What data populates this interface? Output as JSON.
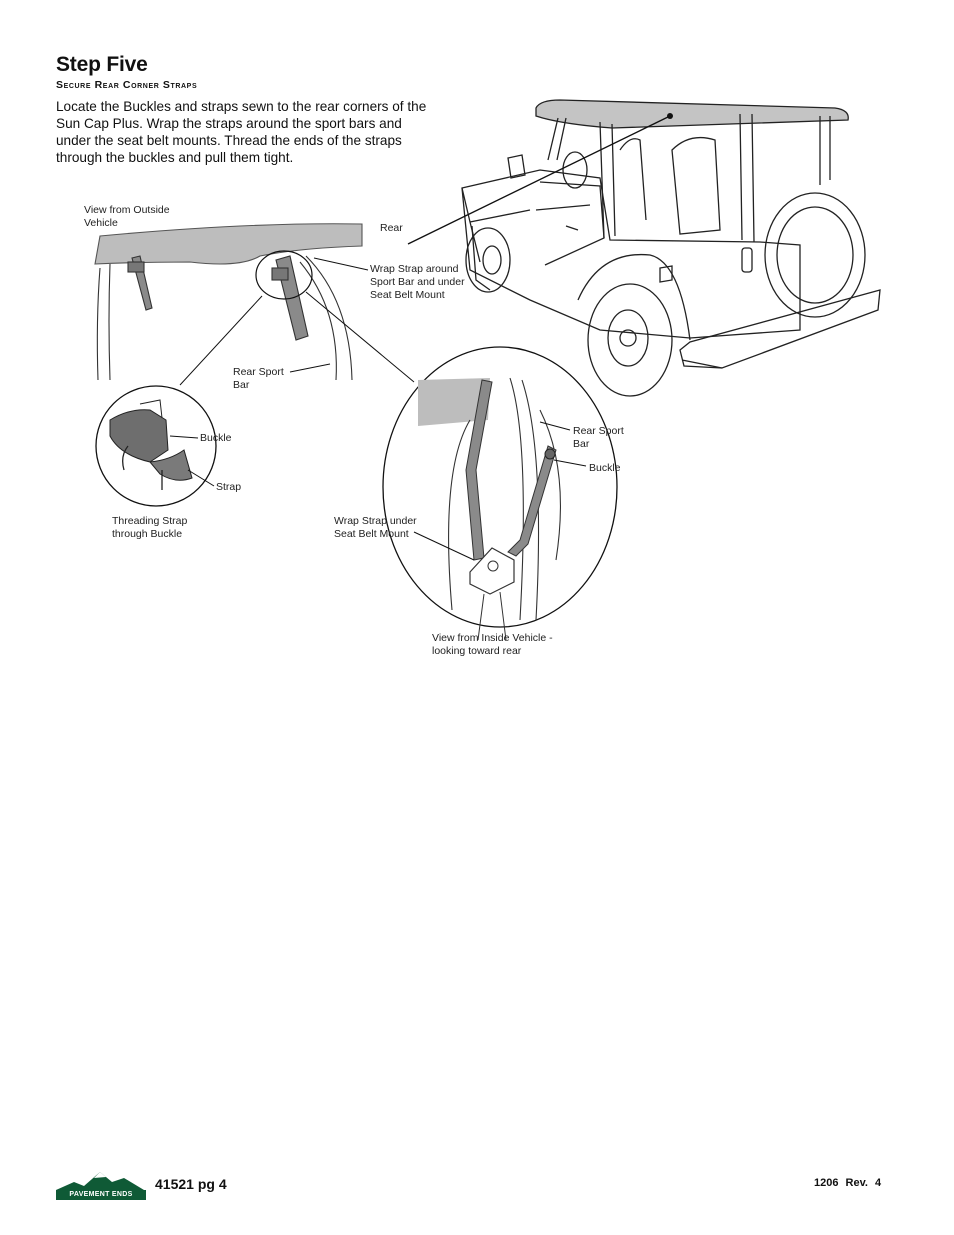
{
  "heading": {
    "title": "Step Five",
    "subtitle": "Secure Rear Corner Straps"
  },
  "instructions": "Locate the Buckles and straps sewn to the rear corners of the Sun Cap Plus. Wrap the straps around the sport bars and under the seat belt mounts. Thread the ends of the straps through the buckles and pull them tight.",
  "labels": {
    "view_outside": "View from Outside\nVehicle",
    "rear": "Rear",
    "wrap_around": "Wrap Strap around\nSport Bar and under\nSeat Belt Mount",
    "rear_sport_bar_left": "Rear Sport\nBar",
    "buckle_left": "Buckle",
    "strap": "Strap",
    "threading": "Threading Strap\nthrough Buckle",
    "wrap_under": "Wrap Strap under\nSeat Belt Mount",
    "rear_sport_bar_right": "Rear Sport\nBar",
    "buckle_right": "Buckle",
    "view_inside": "View from Inside Vehicle -\nlooking toward rear"
  },
  "footer": {
    "part_page": "41521  pg 4",
    "revision": "1206  Rev. 4",
    "logo_text": "PAVEMENT ENDS"
  },
  "colors": {
    "canvas_gray": "#bdbdbd",
    "strap_gray": "#8a8a8a",
    "logo_green": "#0f5a36"
  }
}
